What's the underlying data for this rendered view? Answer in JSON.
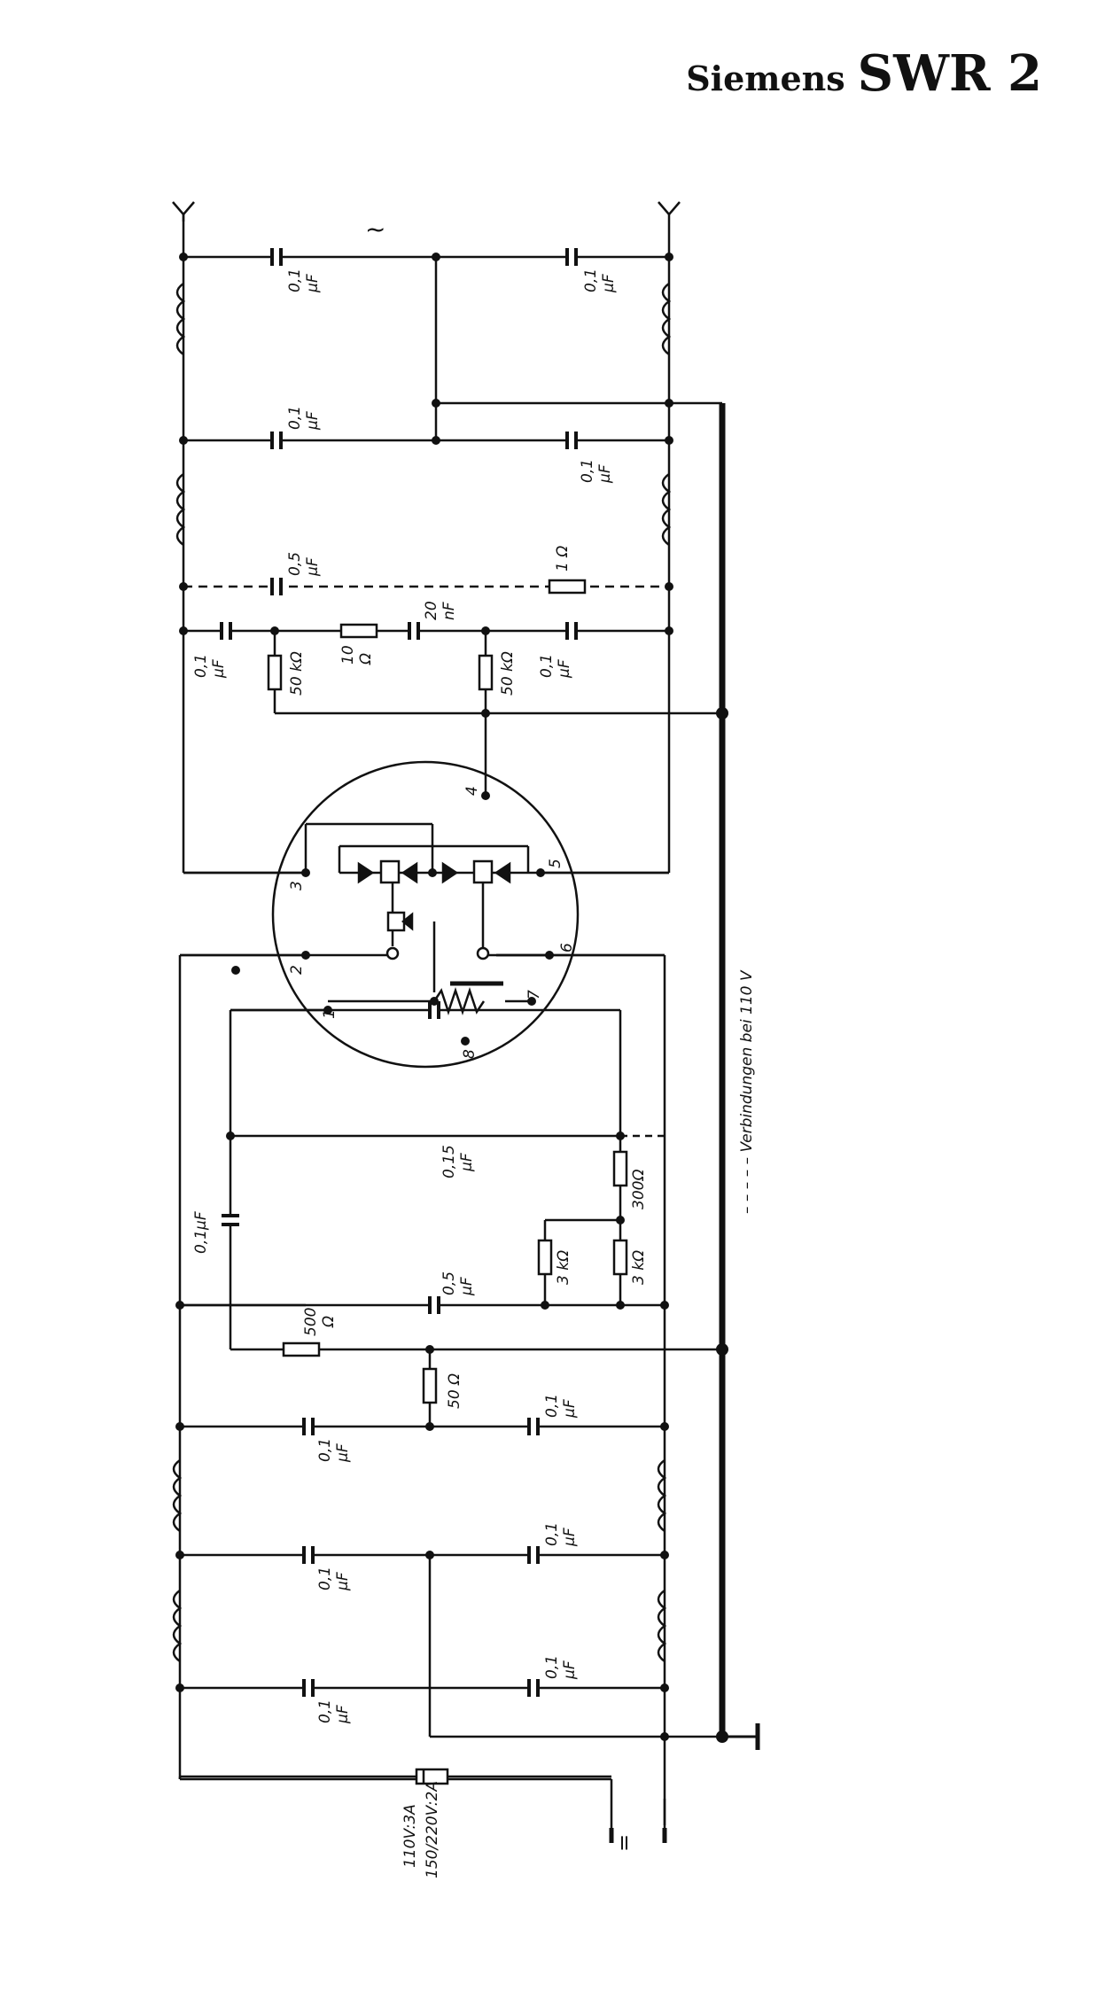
{
  "header": {
    "brand": "Siemens",
    "model": "SWR 2"
  },
  "diagram": {
    "ac_symbol": "~",
    "dc_symbol": "=",
    "note": "– – – – – Verbindungen bei 110 V",
    "fuse_label": [
      "110V:3A",
      "150/220V:2A"
    ],
    "pins": [
      "1",
      "2",
      "3",
      "4",
      "5",
      "6",
      "7",
      "8"
    ],
    "components": {
      "c_top_left": [
        "0,1",
        "µF"
      ],
      "c_top_right": [
        "0,1",
        "µF"
      ],
      "c_2_left": [
        "0,1",
        "µF"
      ],
      "c_2_right": [
        "0,1",
        "µF"
      ],
      "c_dashed": [
        "0,5",
        "µF"
      ],
      "r_1ohm": [
        "1 Ω"
      ],
      "c_left_row4": [
        "0,1",
        "µF"
      ],
      "r_50k_left": [
        "50 kΩ"
      ],
      "r_10ohm": [
        "10",
        "Ω"
      ],
      "c_20nf": [
        "20",
        "nF"
      ],
      "r_50k_right": [
        "50 kΩ"
      ],
      "c_right_row4": [
        "0,1",
        "µF"
      ],
      "c_015": [
        "0,15",
        "µF"
      ],
      "r_300": [
        "300Ω"
      ],
      "c_01_vert": [
        "0,1µF"
      ],
      "r_3k_a": [
        "3 kΩ"
      ],
      "r_3k_b": [
        "3 kΩ"
      ],
      "c_05_lower": [
        "0,5",
        "µF"
      ],
      "r_500": [
        "500",
        "Ω"
      ],
      "r_50_lower": [
        "50 Ω"
      ],
      "c_low1_left": [
        "0,1",
        "µF"
      ],
      "c_low1_right": [
        "0,1",
        "µF"
      ],
      "c_low2_left": [
        "0,1",
        "µF"
      ],
      "c_low2_right": [
        "0,1",
        "µF"
      ],
      "c_low3_left": [
        "0,1",
        "µF"
      ],
      "c_low3_right": [
        "0,1",
        "µF"
      ]
    }
  }
}
